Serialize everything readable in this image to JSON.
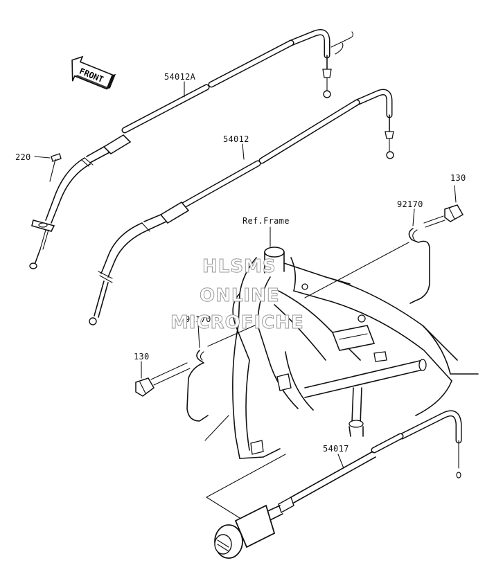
{
  "diagram": {
    "front_label": "FRONT",
    "ref_label": "Ref.Frame",
    "parts": {
      "p54012A": "54012A",
      "p54012": "54012",
      "p220": "220",
      "p130_top": "130",
      "p92170_top": "92170",
      "p92170_mid": "92170",
      "p130_mid": "130",
      "p54017": "54017"
    },
    "watermark": {
      "line1": "HLSMS",
      "line2": "ONLINE",
      "line3": "MICROFICHE"
    }
  }
}
